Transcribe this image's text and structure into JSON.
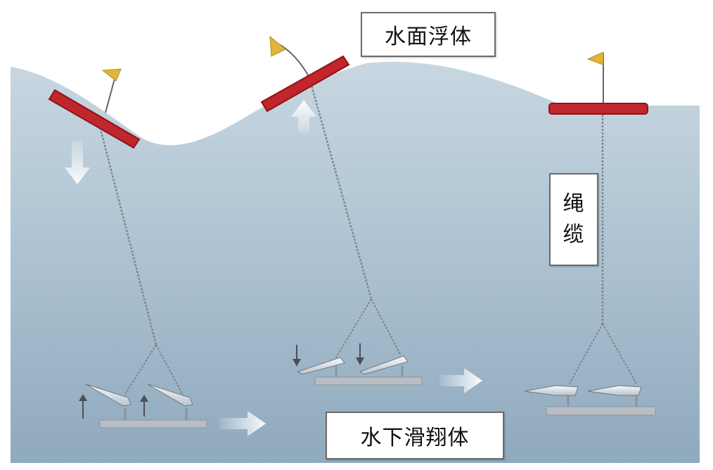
{
  "labels": {
    "surface_float": "水面浮体",
    "underwater_glider": "水下滑翔体",
    "cable_line1": "绳",
    "cable_line2": "缆"
  },
  "colors": {
    "water_top": "#c3d3de",
    "water_bottom": "#8ea9bf",
    "float": "#c0262c",
    "flag": "#e2b53a",
    "cable": "#8a9097",
    "glider_platform": "#b8bec4",
    "wing": "#e7ebef",
    "arrow": "#eef4f8"
  },
  "icons": {
    "motion_arrow": "white-block-arrow",
    "flag": "yellow-pennant"
  }
}
